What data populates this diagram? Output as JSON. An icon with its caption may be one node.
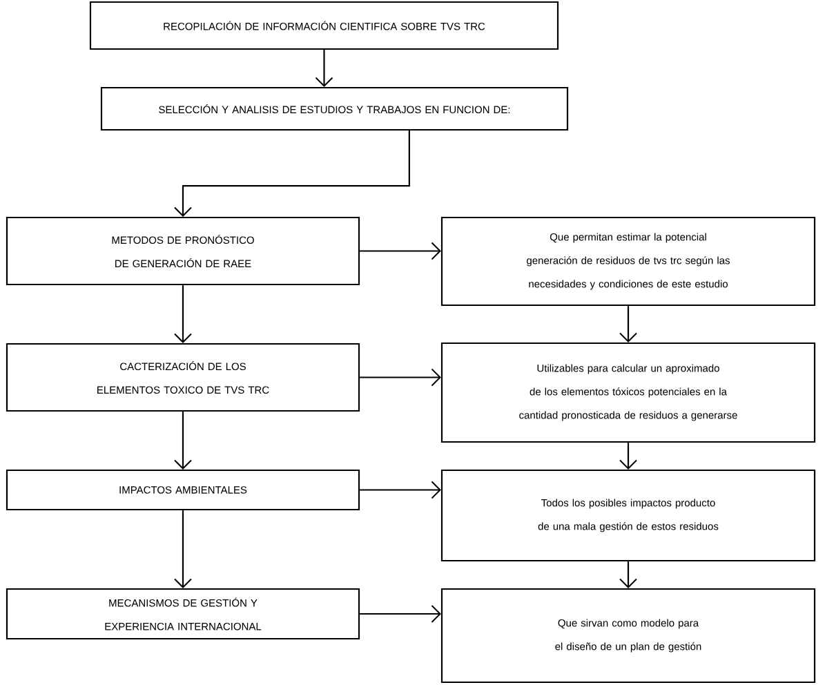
{
  "diagram": {
    "nodes": [
      {
        "text": [
          "RECOPILACIÓN DE INFORMACIÓN CIENTIFICA SOBRE TVS TRC"
        ]
      },
      {
        "text": [
          "SELECCIÓN Y ANALISIS DE ESTUDIOS Y TRABAJOS EN FUNCION DE:"
        ]
      },
      {
        "text": [
          "METODOS DE PRONÓSTICO DE GENERACIÓN DE RAEE"
        ]
      },
      {
        "text": [
          "Que permitan estimar la potencial generación de residuos de tvs trc según las necesidades y condiciones de este estudio"
        ]
      },
      {
        "text": [
          "CACTERIZACIÓN DE LOS ELEMENTOS TOXICO DE TVS TRC"
        ]
      },
      {
        "text": [
          "Utilizables para calcular un aproximado de los elementos tóxicos potenciales en la cantidad pronosticada de residuos a generarse"
        ]
      },
      {
        "text": [
          "IMPACTOS AMBIENTALES"
        ]
      },
      {
        "text": [
          "Todos los posibles impactos producto de una mala gestión de estos residuos"
        ]
      },
      {
        "text": [
          "MECANISMOS DE GESTIÓN Y EXPERIENCIA INTERNACIONAL"
        ]
      },
      {
        "text": [
          "Que sirvan como modelo para el diseño de un plan de gestión"
        ]
      }
    ],
    "edges": [
      {
        "from": 0,
        "to": 1,
        "arrow": "to"
      },
      {
        "from": 1,
        "to": 2,
        "arrow": "to"
      },
      {
        "from": 2,
        "to": 3,
        "arrow": "to"
      },
      {
        "from": 2,
        "to": 4,
        "arrow": "to"
      },
      {
        "from": 3,
        "to": 5,
        "arrow": "to"
      },
      {
        "from": 4,
        "to": 5,
        "arrow": "to"
      },
      {
        "from": 4,
        "to": 6,
        "arrow": "to"
      },
      {
        "from": 5,
        "to": 7,
        "arrow": "to"
      },
      {
        "from": 6,
        "to": 7,
        "arrow": "to"
      },
      {
        "from": 6,
        "to": 8,
        "arrow": "to"
      },
      {
        "from": 7,
        "to": 9,
        "arrow": "to"
      },
      {
        "from": 8,
        "to": 9,
        "arrow": "to"
      }
    ]
  }
}
